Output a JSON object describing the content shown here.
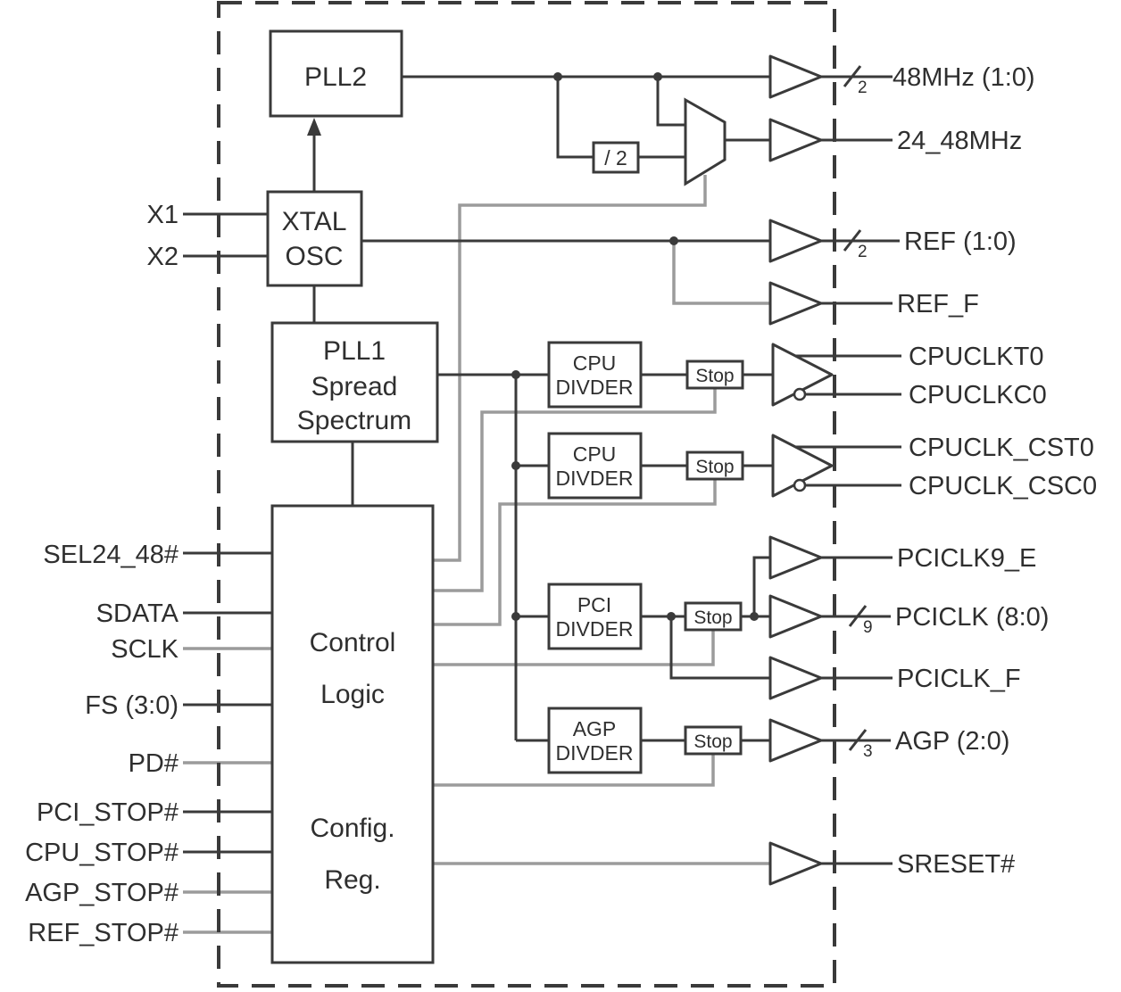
{
  "colors": {
    "line": "#3a3a3a",
    "ctrl": "#9b9b9b",
    "text": "#2f2f2f"
  },
  "blocks": {
    "pll2": "PLL2",
    "xtal_osc": {
      "line1": "XTAL",
      "line2": "OSC"
    },
    "pll1": {
      "line1": "PLL1",
      "line2": "Spread",
      "line3": "Spectrum"
    },
    "control": {
      "line1": "Control",
      "line2": "Logic",
      "line3": "Config.",
      "line4": "Reg."
    },
    "cpu_divider": {
      "line1": "CPU",
      "line2": "DIVDER"
    },
    "pci_divider": {
      "line1": "PCI",
      "line2": "DIVDER"
    },
    "agp_divider": {
      "line1": "AGP",
      "line2": "DIVDER"
    },
    "div2": "/ 2",
    "stop": "Stop"
  },
  "inputs": {
    "x1": "X1",
    "x2": "X2",
    "sel24_48": "SEL24_48#",
    "sdata": "SDATA",
    "sclk": "SCLK",
    "fs": "FS (3:0)",
    "pd": "PD#",
    "pci_stop": "PCI_STOP#",
    "cpu_stop": "CPU_STOP#",
    "agp_stop": "AGP_STOP#",
    "ref_stop": "REF_STOP#"
  },
  "outputs": {
    "mhz48": "48MHz (1:0)",
    "mhz24_48": "24_48MHz",
    "ref": "REF (1:0)",
    "ref_f": "REF_F",
    "cpuclkt0": "CPUCLKT0",
    "cpuclkc0": "CPUCLKC0",
    "cpuclk_cst0": "CPUCLK_CST0",
    "cpuclk_csc0": "CPUCLK_CSC0",
    "pciclk9_e": "PCICLK9_E",
    "pciclk": "PCICLK (8:0)",
    "pciclk_f": "PCICLK_F",
    "agp": "AGP (2:0)",
    "sreset": "SRESET#"
  },
  "bus_widths": {
    "mhz48": "2",
    "ref": "2",
    "pciclk": "9",
    "agp": "3"
  }
}
